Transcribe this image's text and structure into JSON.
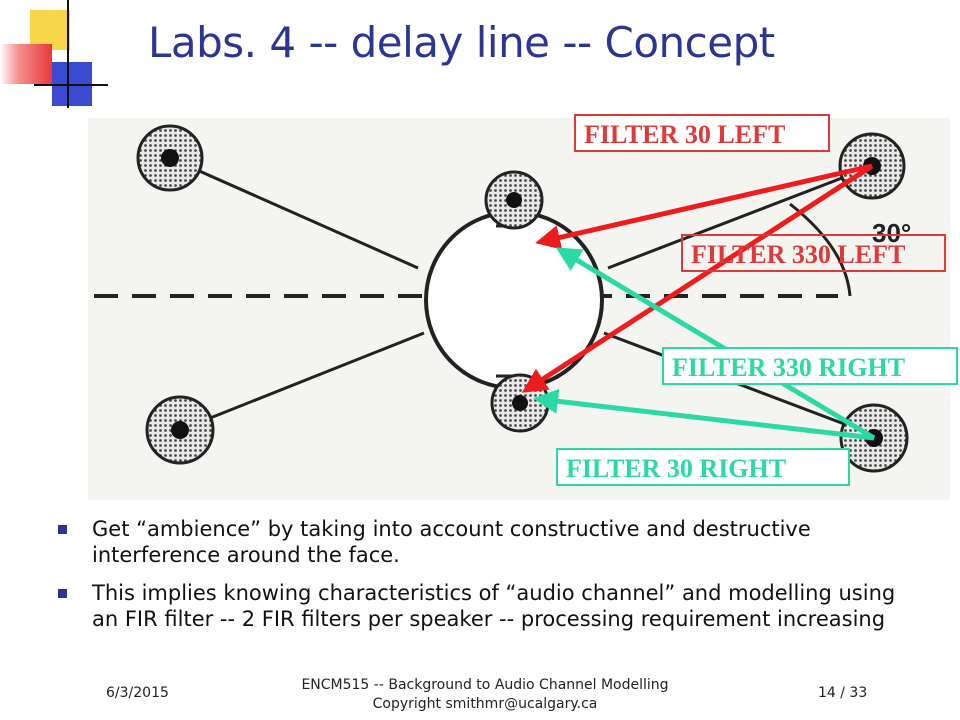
{
  "slide": {
    "title": "Labs. 4 -- delay line -- Concept"
  },
  "figure": {
    "labels": {
      "filter_30_left": "FILTER 30 LEFT",
      "filter_330_left": "FILTER 330 LEFT",
      "filter_330_right": "FILTER 330 RIGHT",
      "filter_30_right": "FILTER 30 RIGHT",
      "angle": "30°"
    },
    "colors": {
      "left_arrows": "#ee1c1c",
      "right_arrows": "#2bd9a5",
      "title": "#2b3592"
    }
  },
  "bullets": [
    "Get “ambience” by taking into account constructive and destructive interference around the face.",
    "This implies knowing characteristics of “audio channel” and modelling using an FIR filter -- 2 FIR filters per speaker -- processing requirement increasing"
  ],
  "footer": {
    "date": "6/3/2015",
    "course_line": "ENCM515 -- Background to Audio Channel Modelling",
    "copyright_line": "Copyright smithmr@ucalgary.ca",
    "page": "14 / 33"
  }
}
